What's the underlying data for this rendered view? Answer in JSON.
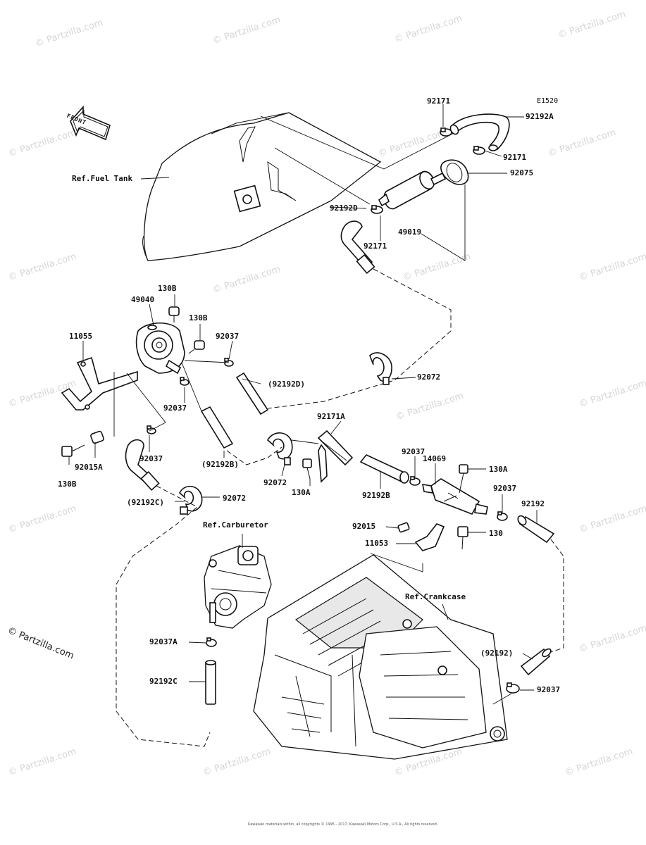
{
  "diagram_code": "E1520",
  "front_arrow_text": "FRONT",
  "labels": [
    {
      "id": "92171-a",
      "text": "92171"
    },
    {
      "id": "92192A",
      "text": "92192A"
    },
    {
      "id": "92171-b",
      "text": "92171"
    },
    {
      "id": "92075",
      "text": "92075"
    },
    {
      "id": "ref-fuel-tank",
      "text": "Ref.Fuel Tank"
    },
    {
      "id": "92192D",
      "text": "92192D"
    },
    {
      "id": "49019",
      "text": "49019"
    },
    {
      "id": "92171-c",
      "text": "92171"
    },
    {
      "id": "130B-a",
      "text": "130B"
    },
    {
      "id": "49040",
      "text": "49040"
    },
    {
      "id": "130B-b",
      "text": "130B"
    },
    {
      "id": "11055",
      "text": "11055"
    },
    {
      "id": "92037-a",
      "text": "92037"
    },
    {
      "id": "92192D-paren",
      "text": "(92192D)"
    },
    {
      "id": "92072-a",
      "text": "92072"
    },
    {
      "id": "92037-b",
      "text": "92037"
    },
    {
      "id": "92171A",
      "text": "92171A"
    },
    {
      "id": "92037-c",
      "text": "92037"
    },
    {
      "id": "14069",
      "text": "14069"
    },
    {
      "id": "130A-a",
      "text": "130A"
    },
    {
      "id": "92015A",
      "text": "92015A"
    },
    {
      "id": "130B-c",
      "text": "130B"
    },
    {
      "id": "92037-d",
      "text": "92037"
    },
    {
      "id": "92192B-paren",
      "text": "(92192B)"
    },
    {
      "id": "92072-b",
      "text": "92072"
    },
    {
      "id": "130A-b",
      "text": "130A"
    },
    {
      "id": "92192B",
      "text": "92192B"
    },
    {
      "id": "92037-e",
      "text": "92037"
    },
    {
      "id": "92192",
      "text": "92192"
    },
    {
      "id": "92192C-paren",
      "text": "(92192C)"
    },
    {
      "id": "92072-c",
      "text": "92072"
    },
    {
      "id": "92015",
      "text": "92015"
    },
    {
      "id": "130",
      "text": "130"
    },
    {
      "id": "11053",
      "text": "11053"
    },
    {
      "id": "ref-carburetor",
      "text": "Ref.Carburetor"
    },
    {
      "id": "ref-crankcase",
      "text": "Ref.Crankcase"
    },
    {
      "id": "92037A",
      "text": "92037A"
    },
    {
      "id": "92192-paren",
      "text": "(92192)"
    },
    {
      "id": "92192C",
      "text": "92192C"
    },
    {
      "id": "92037-f",
      "text": "92037"
    }
  ],
  "watermark": "© Partzilla.com",
  "copyright": "© Partzilla.com",
  "fine_print": "Kawasaki materials within, all copyrights © 1995 - 2017, Kawasaki Motors Corp., U.S.A., All rights reserved."
}
